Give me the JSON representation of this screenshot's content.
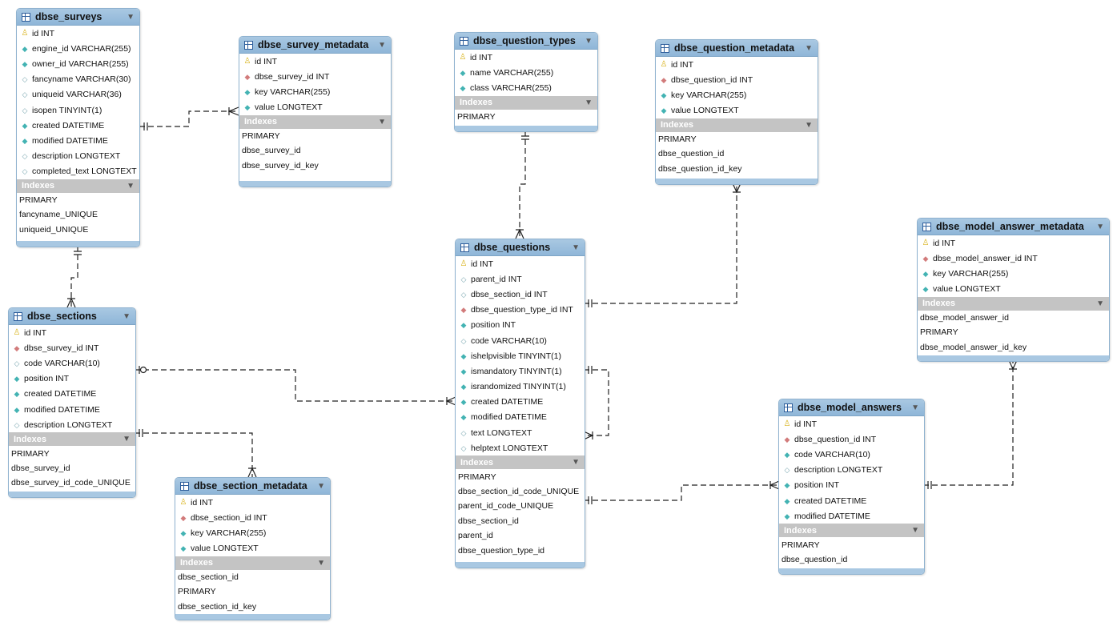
{
  "colors": {
    "header": "#a9c8e2",
    "indexes_bar": "#c4c4c4",
    "pk": "#d8b21a",
    "fk": "#d27b7b",
    "not_null": "#43b3b3",
    "line": "#222222"
  },
  "icon_legend": {
    "pk": "key-icon",
    "fk": "red-diamond-icon",
    "nn": "filled-cyan-diamond-icon",
    "nl": "hollow-diamond-icon"
  },
  "tables": [
    {
      "id": "dbse_surveys",
      "title": "dbse_surveys",
      "columns": [
        {
          "icon": "pk",
          "text": "id INT"
        },
        {
          "icon": "nn",
          "text": "engine_id VARCHAR(255)"
        },
        {
          "icon": "nn",
          "text": "owner_id VARCHAR(255)"
        },
        {
          "icon": "nl",
          "text": "fancyname VARCHAR(30)"
        },
        {
          "icon": "nl",
          "text": "uniqueid VARCHAR(36)"
        },
        {
          "icon": "nl",
          "text": "isopen TINYINT(1)"
        },
        {
          "icon": "nn",
          "text": "created DATETIME"
        },
        {
          "icon": "nn",
          "text": "modified DATETIME"
        },
        {
          "icon": "nl",
          "text": "description LONGTEXT"
        },
        {
          "icon": "nl",
          "text": "completed_text LONGTEXT"
        }
      ],
      "indexes_label": "Indexes",
      "indexes": [
        "PRIMARY",
        "fancyname_UNIQUE",
        "uniqueid_UNIQUE"
      ]
    },
    {
      "id": "dbse_survey_metadata",
      "title": "dbse_survey_metadata",
      "columns": [
        {
          "icon": "pk",
          "text": "id INT"
        },
        {
          "icon": "fk",
          "text": "dbse_survey_id INT"
        },
        {
          "icon": "nn",
          "text": "key VARCHAR(255)"
        },
        {
          "icon": "nn",
          "text": "value LONGTEXT"
        }
      ],
      "indexes_label": "Indexes",
      "indexes": [
        "PRIMARY",
        "dbse_survey_id",
        "dbse_survey_id_key"
      ]
    },
    {
      "id": "dbse_question_types",
      "title": "dbse_question_types",
      "columns": [
        {
          "icon": "pk",
          "text": "id INT"
        },
        {
          "icon": "nn",
          "text": "name VARCHAR(255)"
        },
        {
          "icon": "nn",
          "text": "class VARCHAR(255)"
        }
      ],
      "indexes_label": "Indexes",
      "indexes": [
        "PRIMARY"
      ]
    },
    {
      "id": "dbse_question_metadata",
      "title": "dbse_question_metadata",
      "columns": [
        {
          "icon": "pk",
          "text": "id INT"
        },
        {
          "icon": "fk",
          "text": "dbse_question_id INT"
        },
        {
          "icon": "nn",
          "text": "key VARCHAR(255)"
        },
        {
          "icon": "nn",
          "text": "value LONGTEXT"
        }
      ],
      "indexes_label": "Indexes",
      "indexes": [
        "PRIMARY",
        "dbse_question_id",
        "dbse_question_id_key"
      ]
    },
    {
      "id": "dbse_model_answer_metadata",
      "title": "dbse_model_answer_metadata",
      "columns": [
        {
          "icon": "pk",
          "text": "id INT"
        },
        {
          "icon": "fk",
          "text": "dbse_model_answer_id INT"
        },
        {
          "icon": "nn",
          "text": "key VARCHAR(255)"
        },
        {
          "icon": "nn",
          "text": "value LONGTEXT"
        }
      ],
      "indexes_label": "Indexes",
      "indexes": [
        "dbse_model_answer_id",
        "PRIMARY",
        "dbse_model_answer_id_key"
      ]
    },
    {
      "id": "dbse_sections",
      "title": "dbse_sections",
      "columns": [
        {
          "icon": "pk",
          "text": "id INT"
        },
        {
          "icon": "fk",
          "text": "dbse_survey_id INT"
        },
        {
          "icon": "nl",
          "text": "code VARCHAR(10)"
        },
        {
          "icon": "nn",
          "text": "position INT"
        },
        {
          "icon": "nn",
          "text": "created DATETIME"
        },
        {
          "icon": "nn",
          "text": "modified DATETIME"
        },
        {
          "icon": "nl",
          "text": "description LONGTEXT"
        }
      ],
      "indexes_label": "Indexes",
      "indexes": [
        "PRIMARY",
        "dbse_survey_id",
        "dbse_survey_id_code_UNIQUE"
      ]
    },
    {
      "id": "dbse_questions",
      "title": "dbse_questions",
      "columns": [
        {
          "icon": "pk",
          "text": "id INT"
        },
        {
          "icon": "nl",
          "text": "parent_id INT"
        },
        {
          "icon": "nl",
          "text": "dbse_section_id INT"
        },
        {
          "icon": "fk",
          "text": "dbse_question_type_id INT"
        },
        {
          "icon": "nn",
          "text": "position INT"
        },
        {
          "icon": "nl",
          "text": "code VARCHAR(10)"
        },
        {
          "icon": "nn",
          "text": "ishelpvisible TINYINT(1)"
        },
        {
          "icon": "nn",
          "text": "ismandatory TINYINT(1)"
        },
        {
          "icon": "nn",
          "text": "israndomized TINYINT(1)"
        },
        {
          "icon": "nn",
          "text": "created DATETIME"
        },
        {
          "icon": "nn",
          "text": "modified DATETIME"
        },
        {
          "icon": "nl",
          "text": "text LONGTEXT"
        },
        {
          "icon": "nl",
          "text": "helptext LONGTEXT"
        }
      ],
      "indexes_label": "Indexes",
      "indexes": [
        "PRIMARY",
        "dbse_section_id_code_UNIQUE",
        "parent_id_code_UNIQUE",
        "dbse_section_id",
        "parent_id",
        "dbse_question_type_id"
      ]
    },
    {
      "id": "dbse_section_metadata",
      "title": "dbse_section_metadata",
      "columns": [
        {
          "icon": "pk",
          "text": "id INT"
        },
        {
          "icon": "fk",
          "text": "dbse_section_id INT"
        },
        {
          "icon": "nn",
          "text": "key VARCHAR(255)"
        },
        {
          "icon": "nn",
          "text": "value LONGTEXT"
        }
      ],
      "indexes_label": "Indexes",
      "indexes": [
        "dbse_section_id",
        "PRIMARY",
        "dbse_section_id_key"
      ]
    },
    {
      "id": "dbse_model_answers",
      "title": "dbse_model_answers",
      "columns": [
        {
          "icon": "pk",
          "text": "id INT"
        },
        {
          "icon": "fk",
          "text": "dbse_question_id INT"
        },
        {
          "icon": "nn",
          "text": "code VARCHAR(10)"
        },
        {
          "icon": "nl",
          "text": "description LONGTEXT"
        },
        {
          "icon": "nn",
          "text": "position INT"
        },
        {
          "icon": "nn",
          "text": "created DATETIME"
        },
        {
          "icon": "nn",
          "text": "modified DATETIME"
        }
      ],
      "indexes_label": "Indexes",
      "indexes": [
        "PRIMARY",
        "dbse_question_id"
      ]
    }
  ],
  "relationships": [
    {
      "from": "dbse_surveys",
      "to": "dbse_survey_metadata",
      "type": "one-to-many"
    },
    {
      "from": "dbse_surveys",
      "to": "dbse_sections",
      "type": "one-to-many"
    },
    {
      "from": "dbse_question_types",
      "to": "dbse_questions",
      "type": "one-to-many"
    },
    {
      "from": "dbse_questions",
      "to": "dbse_question_metadata",
      "type": "one-to-many"
    },
    {
      "from": "dbse_sections",
      "to": "dbse_questions",
      "type": "zero-or-one-to-many"
    },
    {
      "from": "dbse_sections",
      "to": "dbse_section_metadata",
      "type": "one-to-many"
    },
    {
      "from": "dbse_questions",
      "to": "dbse_questions",
      "type": "one-to-many self"
    },
    {
      "from": "dbse_questions",
      "to": "dbse_model_answers",
      "type": "one-to-many"
    },
    {
      "from": "dbse_model_answers",
      "to": "dbse_model_answer_metadata",
      "type": "one-to-many"
    }
  ]
}
